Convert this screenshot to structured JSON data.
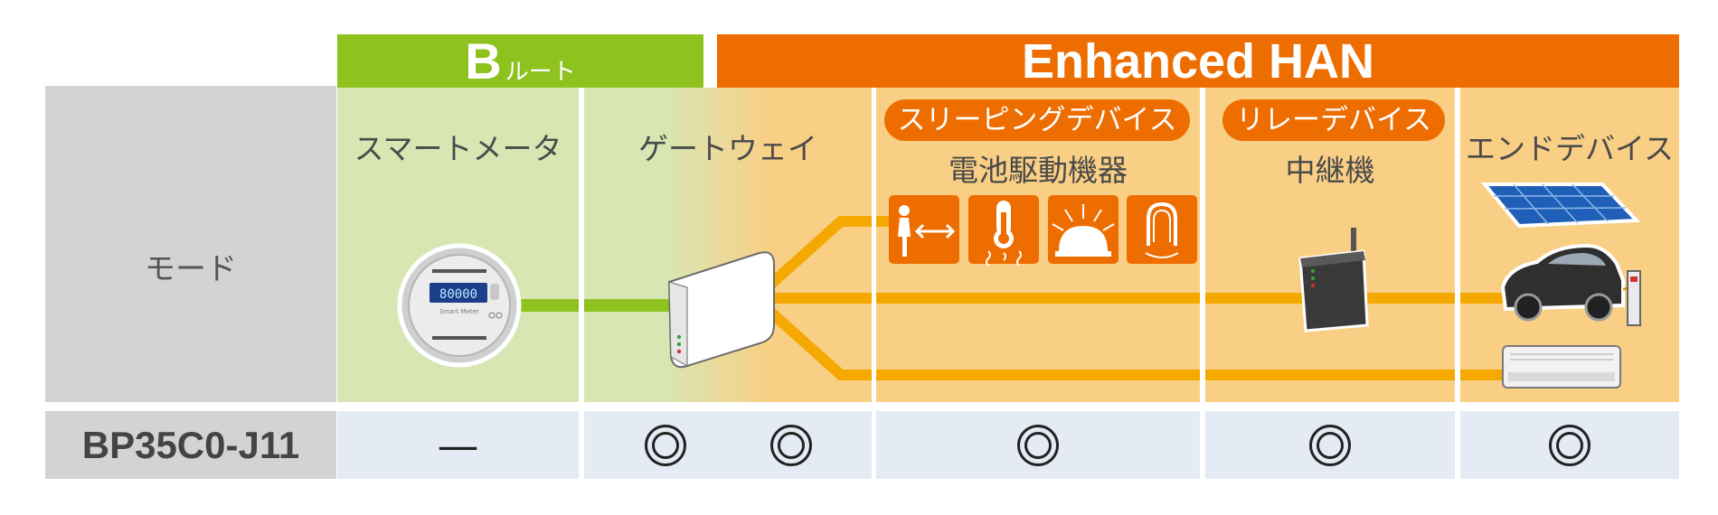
{
  "header": {
    "b_route_big": "B",
    "b_route_small": "ルート",
    "enhanced_han": "Enhanced HAN"
  },
  "rows": {
    "mode_label": "モード",
    "product_label": "BP35C0-J11"
  },
  "columns": {
    "smart_meter": "スマートメータ",
    "gateway": "ゲートウェイ",
    "sleeping_device_pill": "スリーピングデバイス",
    "sleeping_device_sub": "電池駆動機器",
    "relay_device_pill": "リレーデバイス",
    "relay_device_sub": "中継機",
    "end_device": "エンドデバイス"
  },
  "meter_display": "80000",
  "meter_brand": "Smart Meter",
  "support": {
    "smart_meter": "—",
    "gateway_b": "◎",
    "gateway_han": "◎",
    "sleeping_device": "◎",
    "relay_device": "◎",
    "end_device": "◎"
  },
  "colors": {
    "b_route_green": "#8dc21f",
    "han_orange": "#ee6d00",
    "line_orange": "#f5a800",
    "line_green": "#8dc21f"
  }
}
